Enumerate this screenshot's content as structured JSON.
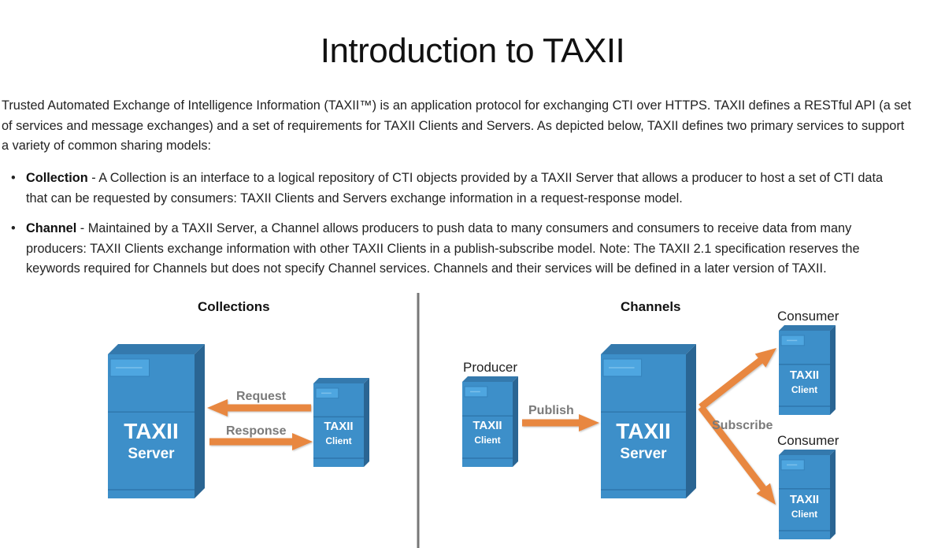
{
  "title": "Introduction to TAXII",
  "intro_lines": [
    "Trusted Automated Exchange of Intelligence Information (TAXII™) is an application protocol for exchanging CTI over HTTPS. TAXII defines a RESTful API (a set",
    "of services and message exchanges) and a set of requirements for TAXII Clients and Servers. As depicted below, TAXII defines two primary services to support",
    "a variety of common sharing models:"
  ],
  "bullets": [
    {
      "term": "Collection",
      "first_rest": " - A Collection is an interface to a logical repository of CTI objects provided by a TAXII Server that allows a producer to host a set of CTI data",
      "more_lines": [
        "that can be requested by consumers: TAXII Clients and Servers exchange information in a request-response model."
      ]
    },
    {
      "term": "Channel",
      "first_rest": " - Maintained by a TAXII Server, a Channel allows producers to push data to many consumers and consumers to receive data from many",
      "more_lines": [
        "producers: TAXII Clients exchange information with other TAXII Clients in a publish-subscribe model. Note: The TAXII 2.1 specification reserves the",
        "keywords required for Channels but does not specify Channel services. Channels and their services will be defined in a later version of TAXII."
      ]
    }
  ],
  "diagram": {
    "collections": {
      "heading": "Collections",
      "server_line1": "TAXII",
      "server_line2": "Server",
      "client_line1": "TAXII",
      "client_line2": "Client",
      "request": "Request",
      "response": "Response"
    },
    "channels": {
      "heading": "Channels",
      "producer": "Producer",
      "publish": "Publish",
      "subscribe": "Subscribe",
      "consumer1": "Consumer",
      "consumer2": "Consumer",
      "server_line1": "TAXII",
      "server_line2": "Server",
      "client_line1": "TAXII",
      "client_line2": "Client"
    },
    "colors": {
      "box_front": "#3d8fc9",
      "box_side": "#2a6593",
      "box_top": "#3479ad",
      "arrow": "#e8873f"
    }
  }
}
